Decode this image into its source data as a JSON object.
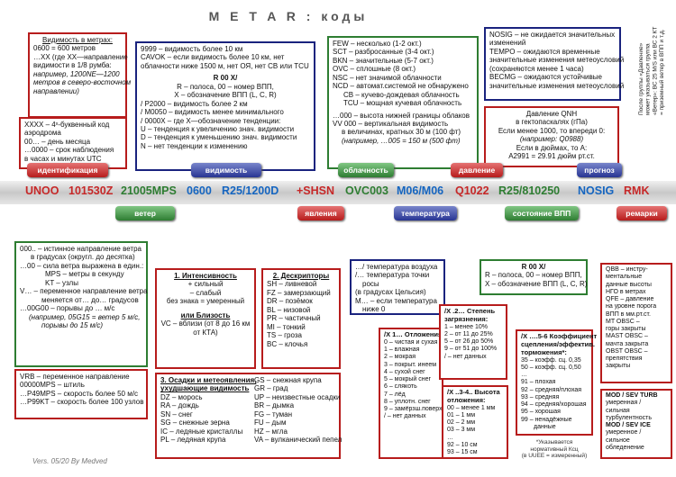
{
  "title": "M E T A R : коды",
  "side_note": "После группы «Давление» может указываться группа «Ветер»: ВС 25 M/S или ВС 2 КТ = приземный ветер в ВПП и т.д.",
  "visibility_m": [
    "Видимость в метрах:",
    "0600 = 600 метров",
    "…XX (где XX—направление",
    "видимости в 1/8 румба:",
    "например, 1200NE—1200",
    "метров в северо-восточном",
    "направлении)"
  ],
  "airport": [
    "XXXX – 4ˣ-буквенный код",
    "аэродрома",
    "00… – день месяца",
    "…0000 – срок наблюдения",
    "в часах и минутах UTC"
  ],
  "vis_codes": [
    "9999 – видимость более 10 км",
    "CAVOK – если видимость более 10 км, нет",
    "облачности ниже 1500 м, нет ОЯ, нет СВ или TCU",
    "R 00 X/",
    "R – полоса, 00 – номер ВПП,",
    "X – обозначение ВПП (L, C, R)",
    "/ P2000 – видимость более 2 км",
    "/ M0050 – видимость менее минимального",
    "/ 0000X – где X—обозначение тенденции:",
    "U – тенденция к увеличению знач. видимости",
    "D – тенденция к уменьшению знач. видимости",
    "N – нет тенденции к изменению"
  ],
  "clouds": [
    "FEW – несколько (1-2 окт.)",
    "SCT – разбросанные (3-4 окт.)",
    "BKN – значительные (5-7 окт.)",
    "OVC – сплошные (8 окт.)",
    "NSC – нет значимой облачности",
    "NCD – автомат.системой не обнаружено",
    "CB – кучево-дождевая облачность",
    "TCU – мощная кучевая облачность",
    "…000 – высота нижней границы облаков",
    "VV 000 – вертикальная видимость",
    "в величинах, кратных 30 м (100 фт)",
    "(например, …005 = 150 м (500 фт)"
  ],
  "trend": [
    "NOSIG – не ожидается значительных",
    "изменений",
    "TEMPO – ожидаются временные",
    "значительные изменения метеоусловий",
    "(сохраняются менее 1 часа)",
    "BECMG – ожидаются устойчивые",
    "значительные изменения метеоусловий"
  ],
  "pressure": [
    "Давление QNH",
    "в гектопаскалях (гПа)",
    "Если менее 1000, то впереди 0:",
    "(например: Q0988)",
    "Если в дюймах, то A:",
    "A2991 = 29.91 дюйм рт.ст."
  ],
  "tabs_top": {
    "ident": "идентификация",
    "vis": "видимость",
    "cloud": "облачность",
    "press": "давление",
    "fcst": "прогноз"
  },
  "tabs_bottom": {
    "wind": "ветер",
    "wx": "явления",
    "temp": "температура",
    "rwy": "состояние ВПП",
    "rmk": "ремарки"
  },
  "codes": [
    "UNOO",
    "101530Z",
    "21005MPS",
    "0600",
    "R25/1200D",
    "+SHSN",
    "OVC003",
    "M06/M06",
    "Q1022",
    "R25/810250",
    "NOSIG",
    "RMK"
  ],
  "wind": [
    "000.. – истинное направление ветра",
    "в градусах (округл. до десятка)",
    "…00 – сила ветра выражена в един.:",
    "MPS – метры в секунду",
    "KT – узлы",
    "V… – переменное направление ветра",
    "меняется от… до… градусов",
    "…00G00 – порывы до … м/с",
    "(например, 05G15 = ветер 5 м/с,",
    "порывы до 15 м/с)",
    "VRB – переменное направление",
    "00000MPS – штиль",
    "…P49MPS – скорость более 50 м/с",
    "…P99KT – скорость более 100 узлов"
  ],
  "intensity": [
    "1. Интенсивность",
    "+ сильный",
    "– слабый",
    "без знака = умеренный",
    "или Близость",
    "VC – вблизи (от 8 до 16 км",
    "от КТА)"
  ],
  "descriptors": [
    "2. Дескрипторы",
    "SH – ливневой",
    "FZ – замерзающий",
    "DR – позёмок",
    "BL – низовой",
    "PR – частичный",
    "MI – тонкий",
    "TS – гроза",
    "BC – клочья"
  ],
  "precip": [
    "3. Осадки и метеоявления,",
    "ухудшающие видимость",
    "DZ – морось",
    "RA – дождь",
    "SN – снег",
    "SG – снежные зерна",
    "IC – ледяные кристаллы",
    "PL – ледяная крупа",
    "GS – снежная крупа",
    "GR – град",
    "UP – неизвестные осадки",
    "BR – дымка",
    "FG – туман",
    "FU – дым",
    "HZ – мгла",
    "VA – вулканический пепел"
  ],
  "temp": [
    "…/ температура воздуха",
    "/… температура точки",
    "росы",
    "(в градусах Цельсия)",
    "M… – если температура",
    "ниже 0"
  ],
  "rwy": [
    "R 00 X/",
    "R – полоса, 00 – номер ВПП,",
    "X – обозначение ВПП (L, C, R)"
  ],
  "deposits": [
    "/X 1…  Отложения :",
    "0 – чистая и сухая",
    "1 – влажная",
    "2 – мокрая",
    "3 – покрыт. инеем",
    "4 – сухой снег",
    "5 – мокрый снег",
    "6 – слякоть",
    "7 – лёд",
    "8 – уплотн. снег",
    "9 – замёрзш.поверхн.",
    "/ – нет данных"
  ],
  "contam": [
    "/X .2… Степень",
    "загрязнения:",
    "1 – менее 10%",
    "2 – от 11 до 25%",
    "5 – от 26 до 50%",
    "9 – от 51 до 100%",
    "/ – нет данных"
  ],
  "depth": [
    "/X ..3-4.. Высота",
    "отложения:",
    "00 – менее 1 мм",
    "01 – 1 мм",
    "02 – 2 мм",
    "03 – 3 мм",
    "…",
    "92 – 10 см",
    "93 – 15 см"
  ],
  "friction": [
    "/X ….5-6 Коэффициент",
    "сцепления/эффектив.",
    "торможения*:",
    "35 – коэфф. сц. 0,35",
    "50 – коэфф. сц. 0,50",
    "…",
    "91 – плохая",
    "92 – средняя/плохая",
    "93 – средняя",
    "94 – средняя/хорошая",
    "95 – хорошая",
    "99 – ненадёжные",
    "данные"
  ],
  "friction_note": [
    "*Указывается",
    "нормативный Ксц",
    "(в UUEE = измеренный)"
  ],
  "remarks": [
    "QBB – инстру-",
    "ментальные",
    "данные высоты",
    "НГО в метрах",
    "QFE – давление",
    "на уровне порога",
    "ВПП в мм.рт.ст.",
    "MT OBSC –",
    "горы закрыты",
    "MAST OBSC –",
    "мачта закрыта",
    "OBST OBSC –",
    "препятствия",
    "закрыты",
    "MOD / SEV TURB",
    "умеренная /",
    "сильная",
    "турбулентность",
    "MOD / SEV ICE",
    "умеренное /",
    "сильное",
    "обледенение"
  ],
  "footer": "Vers. 05/20   By Medved"
}
